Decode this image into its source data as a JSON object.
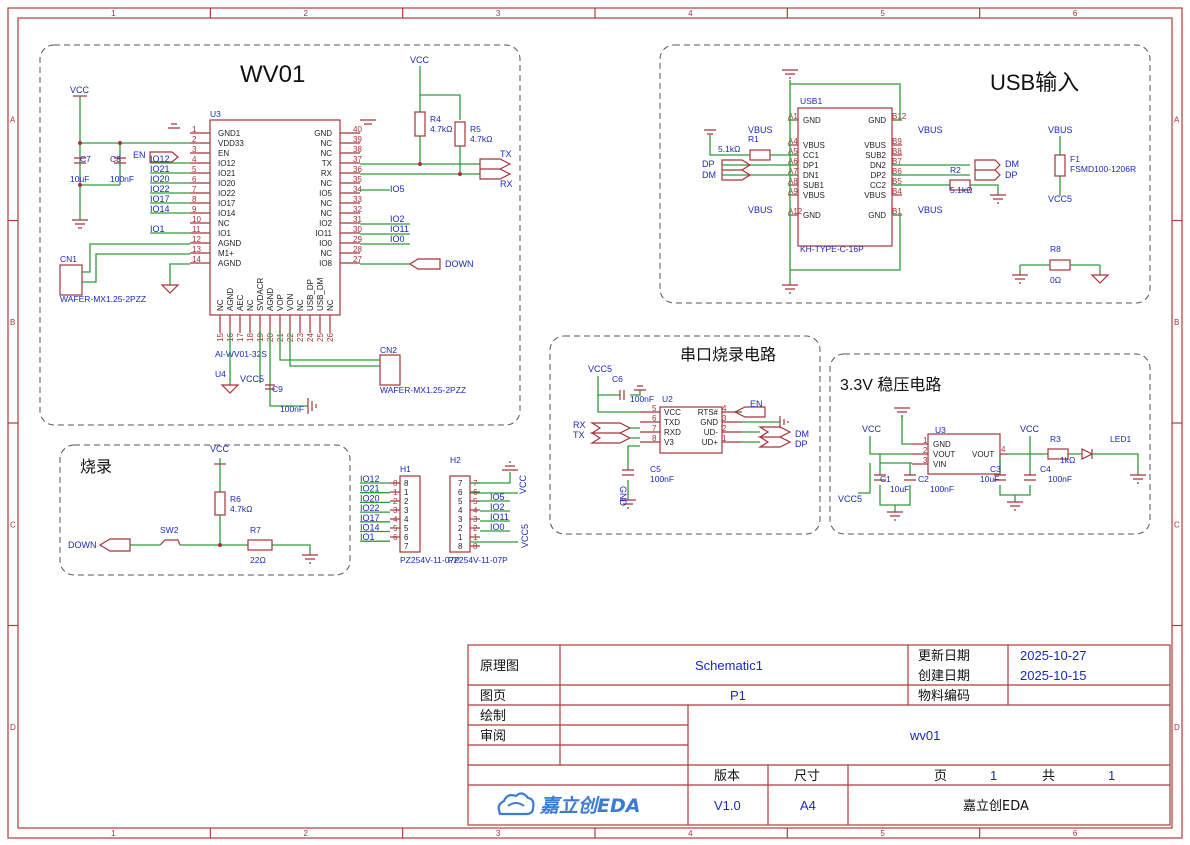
{
  "sections": {
    "wv01": "WV01",
    "usb": "USB输入",
    "serial": "串口烧录电路",
    "ldo": "3.3V 稳压电路",
    "burn": "烧录"
  },
  "border": {
    "cols": [
      "1",
      "2",
      "3",
      "4",
      "5",
      "6"
    ],
    "rows": [
      "A",
      "B",
      "C",
      "D"
    ]
  },
  "nets": {
    "vcc": "VCC",
    "vbus": "VBUS",
    "vcc5": "VCC5",
    "en": "EN",
    "tx": "TX",
    "rx": "RX",
    "dp": "DP",
    "dm": "DM",
    "down": "DOWN",
    "gnd": "GND",
    "io12": "IO12",
    "io21": "IO21",
    "io20": "IO20",
    "io22": "IO22",
    "io17": "IO17",
    "io14": "IO14",
    "io1": "IO1",
    "io5": "IO5",
    "io2": "IO2",
    "io11": "IO11",
    "io0": "IO0"
  },
  "u3": {
    "ref": "U3",
    "part": "AI-WV01-32S",
    "ref2": "U4",
    "left_pins": [
      {
        "num": "1",
        "name": "GND1"
      },
      {
        "num": "2",
        "name": "VDD33"
      },
      {
        "num": "3",
        "name": "EN"
      },
      {
        "num": "4",
        "name": "IO12"
      },
      {
        "num": "5",
        "name": "IO21"
      },
      {
        "num": "6",
        "name": "IO20"
      },
      {
        "num": "7",
        "name": "IO22"
      },
      {
        "num": "8",
        "name": "IO17"
      },
      {
        "num": "9",
        "name": "IO14"
      },
      {
        "num": "10",
        "name": "NC"
      },
      {
        "num": "11",
        "name": "IO1"
      },
      {
        "num": "12",
        "name": "AGND"
      },
      {
        "num": "13",
        "name": "M1+"
      },
      {
        "num": "14",
        "name": "AGND"
      }
    ],
    "right_pins": [
      {
        "num": "40",
        "name": "GND"
      },
      {
        "num": "39",
        "name": "NC"
      },
      {
        "num": "38",
        "name": "NC"
      },
      {
        "num": "37",
        "name": "TX"
      },
      {
        "num": "36",
        "name": "RX"
      },
      {
        "num": "35",
        "name": "NC"
      },
      {
        "num": "34",
        "name": "IO5"
      },
      {
        "num": "33",
        "name": "NC"
      },
      {
        "num": "32",
        "name": "NC"
      },
      {
        "num": "31",
        "name": "IO2"
      },
      {
        "num": "30",
        "name": "IO11"
      },
      {
        "num": "29",
        "name": "IO0"
      },
      {
        "num": "28",
        "name": "NC"
      },
      {
        "num": "27",
        "name": "IO8"
      }
    ],
    "bottom_pins": [
      {
        "num": "15",
        "name": "NC"
      },
      {
        "num": "16",
        "name": "AGND"
      },
      {
        "num": "17",
        "name": "AEC"
      },
      {
        "num": "18",
        "name": "NC"
      },
      {
        "num": "19",
        "name": "SVDACR"
      },
      {
        "num": "20",
        "name": "AGND"
      },
      {
        "num": "21",
        "name": "VOP"
      },
      {
        "num": "22",
        "name": "VON"
      },
      {
        "num": "23",
        "name": "NC"
      },
      {
        "num": "24",
        "name": "USB_DP"
      },
      {
        "num": "25",
        "name": "USB_DM"
      },
      {
        "num": "26",
        "name": "NC"
      }
    ]
  },
  "parts": {
    "c7": {
      "ref": "C7",
      "val": "10uF"
    },
    "c8": {
      "ref": "C8",
      "val": "100nF"
    },
    "c9": {
      "ref": "C9",
      "val": "100nF"
    },
    "r4": {
      "ref": "R4",
      "val": "4.7kΩ"
    },
    "r5": {
      "ref": "R5",
      "val": "4.7kΩ"
    },
    "cn1": {
      "ref": "CN1",
      "val": "WAFER-MX1.25-2PZZ"
    },
    "cn2": {
      "ref": "CN2",
      "val": "WAFER-MX1.25-2PZZ"
    },
    "usb1": {
      "ref": "USB1",
      "val": "KH-TYPE-C-16P"
    },
    "r1": {
      "ref": "R1",
      "val": "5.1kΩ"
    },
    "r2": {
      "ref": "R2",
      "val": "5.1kΩ"
    },
    "f1": {
      "ref": "F1",
      "val": "FSMD100-1206R"
    },
    "r8": {
      "ref": "R8",
      "val": "0Ω"
    },
    "u2": {
      "ref": "U2"
    },
    "c6": {
      "ref": "C6",
      "val": "100nF"
    },
    "c5": {
      "ref": "C5",
      "val": "100nF"
    },
    "u3b": {
      "ref": "U3"
    },
    "c1": {
      "ref": "C1",
      "val": "10uF"
    },
    "c2": {
      "ref": "C2",
      "val": "100nF"
    },
    "c3": {
      "ref": "C3",
      "val": "10uF"
    },
    "c4": {
      "ref": "C4",
      "val": "100nF"
    },
    "r3": {
      "ref": "R3",
      "val": "1kΩ"
    },
    "led1": {
      "ref": "LED1"
    },
    "r6": {
      "ref": "R6",
      "val": "4.7kΩ"
    },
    "r7": {
      "ref": "R7",
      "val": "22Ω"
    },
    "sw2": {
      "ref": "SW2"
    },
    "h1": {
      "ref": "H1",
      "val": "PZ254V-11-07P"
    },
    "h2": {
      "ref": "H2",
      "val": "PZ254V-11-07P"
    }
  },
  "usb_pins": {
    "left": [
      {
        "num": "A1",
        "name": "GND"
      },
      {
        "num": "A4",
        "name": "VBUS"
      },
      {
        "num": "A5",
        "name": "CC1"
      },
      {
        "num": "A6",
        "name": "DP1"
      },
      {
        "num": "A7",
        "name": "DN1"
      },
      {
        "num": "A8",
        "name": "SUB1"
      },
      {
        "num": "A9",
        "name": "VBUS"
      },
      {
        "num": "A12",
        "name": "GND"
      }
    ],
    "right": [
      {
        "num": "B12",
        "name": "GND"
      },
      {
        "num": "B9",
        "name": "VBUS"
      },
      {
        "num": "B8",
        "name": "SUB2"
      },
      {
        "num": "B7",
        "name": "DN2"
      },
      {
        "num": "B6",
        "name": "DP2"
      },
      {
        "num": "B5",
        "name": "CC2"
      },
      {
        "num": "B4",
        "name": "VBUS"
      },
      {
        "num": "B1",
        "name": "GND"
      }
    ]
  },
  "u2_pins": {
    "left": [
      {
        "num": "5",
        "name": "VCC"
      },
      {
        "num": "6",
        "name": "TXD"
      },
      {
        "num": "7",
        "name": "RXD"
      },
      {
        "num": "8",
        "name": "V3"
      }
    ],
    "right": [
      {
        "num": "4",
        "name": "RTS#"
      },
      {
        "num": "3",
        "name": "GND"
      },
      {
        "num": "2",
        "name": "UD-"
      },
      {
        "num": "1",
        "name": "UD+"
      }
    ]
  },
  "ldo_pins": [
    {
      "num": "1",
      "name": "GND"
    },
    {
      "num": "2",
      "name": "VOUT"
    },
    {
      "num": "3",
      "name": "VIN"
    },
    {
      "num": "4",
      "name": "VOUT"
    }
  ],
  "h1_pins": [
    "8",
    "1",
    "2",
    "3",
    "4",
    "5",
    "6",
    "7"
  ],
  "h2_pins": [
    "7",
    "6",
    "5",
    "4",
    "3",
    "2",
    "1",
    "8"
  ],
  "h1_labels": [
    "IO12",
    "IO21",
    "IO20",
    "IO22",
    "IO17",
    "IO14",
    "IO1"
  ],
  "h2_labels": [
    "IO5",
    "IO2",
    "IO11",
    "IO0"
  ],
  "titleblock": {
    "c_type": "原理图",
    "c_name": "Schematic1",
    "c_updated_lbl": "更新日期",
    "c_updated": "2025-10-27",
    "c_created_lbl": "创建日期",
    "c_created": "2025-10-15",
    "c_page_lbl": "图页",
    "c_page": "P1",
    "c_part_lbl": "物料编码",
    "c_draw": "绘制",
    "c_review": "审阅",
    "c_project": "wv01",
    "c_version_lbl": "版本",
    "c_size_lbl": "尺寸",
    "c_pg_lbl": "页",
    "c_pg": "1",
    "c_total_lbl": "共",
    "c_total": "1",
    "c_version": "V1.0",
    "c_size": "A4",
    "c_company": "嘉立创EDA",
    "logo": "嘉立创EDA"
  }
}
